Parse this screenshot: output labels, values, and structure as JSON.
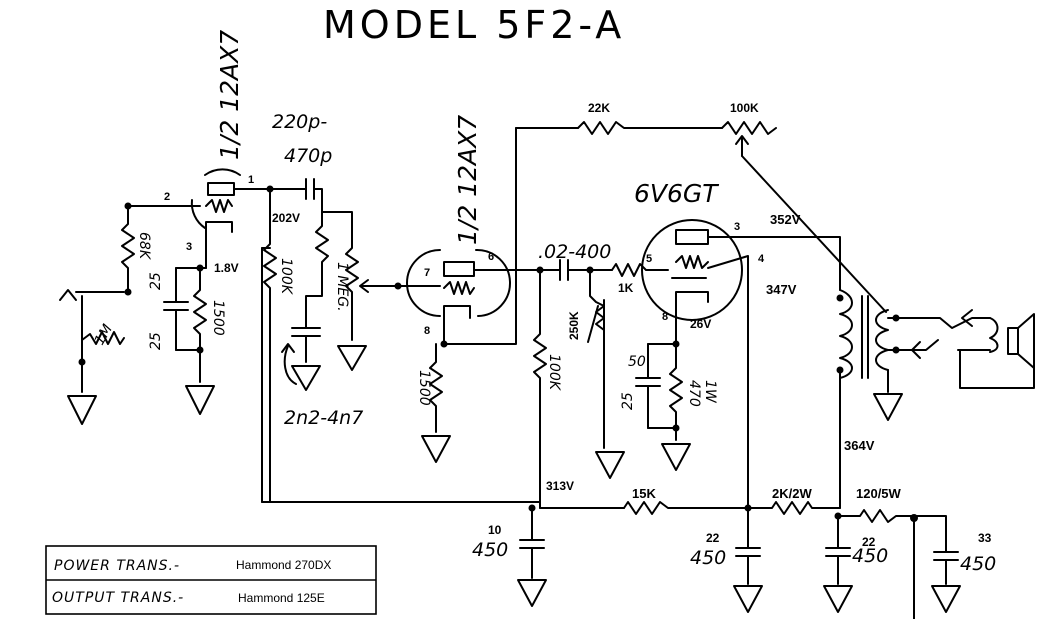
{
  "title": "MODEL 5F2-A",
  "tubes": {
    "v1": "1/2 12AX7",
    "v2": "1/2 12AX7",
    "v3": "6V6GT"
  },
  "pins": {
    "v1_grid": "2",
    "v1_plate": "1",
    "v1_cathode": "3",
    "v2_grid": "7",
    "v2_plate": "6",
    "v2_cathode": "8",
    "v3_grid": "5",
    "v3_plate": "3",
    "v3_screen": "4",
    "v3_cathode": "8"
  },
  "voltages": {
    "v1_plate": "202V",
    "v1_cathode": "1.8V",
    "v3_plate": "352V",
    "v3_screen": "347V",
    "v3_cathode": "26V",
    "opt_supply": "364V",
    "node_313": "313V"
  },
  "components": {
    "r_68k": "68K",
    "r_1m": "1M",
    "c_25": "25",
    "c_25b": "25",
    "r_1500a": "1500",
    "r_100k_plate": "100K",
    "c_tone_top": "220p-",
    "c_tone_bottom": "470p",
    "vol_pot": "1 MEG.",
    "c_2n2": "2n2-4n7",
    "r_1500b": "1500",
    "r_22k": "22K",
    "pot_100k": "100K",
    "c_coupling": ".02-400",
    "r_100k_b": "100K",
    "pot_250k": "250K",
    "r_1k": "1K",
    "c_50": "50",
    "c_25c": "25",
    "r_470": "470",
    "r_470_w": "1W",
    "r_15k": "15K",
    "r_2k": "2K/2W",
    "r_120": "120/5W",
    "c10_top": "10",
    "c10_bottom": "450",
    "c22a_top": "22",
    "c22a_bottom": "450",
    "c22b_top": "22",
    "c22b_bottom": "450",
    "c33_top": "33",
    "c33_bottom": "450"
  },
  "transformers": {
    "power_label": "POWER TRANS.-",
    "power_value": "Hammond 270DX",
    "output_label": "OUTPUT TRANS.-",
    "output_value": "Hammond 125E"
  }
}
